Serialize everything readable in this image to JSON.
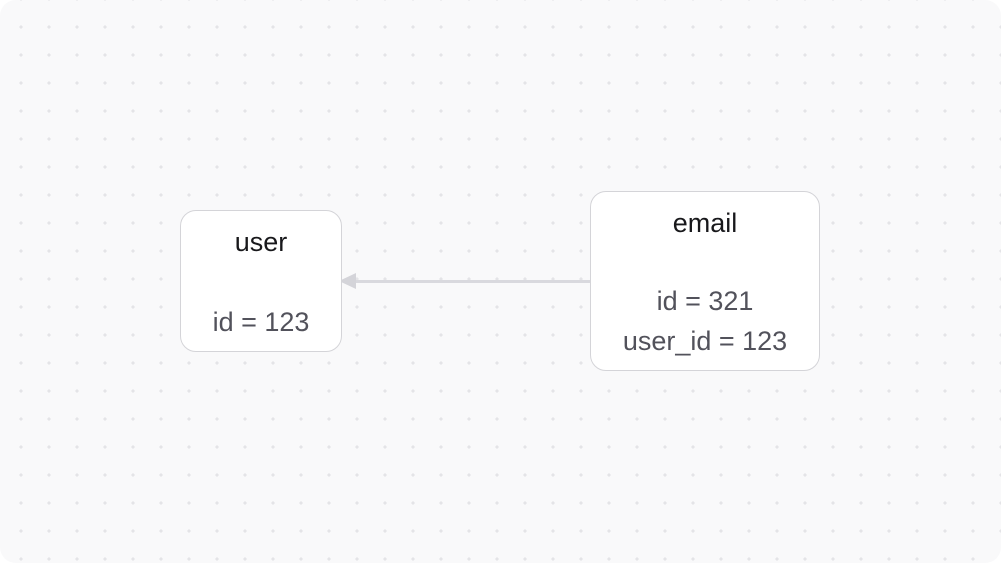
{
  "diagram": {
    "background_color": "#f9f9fa",
    "dot_color": "#e4e4e7",
    "node_border_color": "#d4d4d8",
    "title_text_color": "#18181b",
    "row_text_color": "#52525b",
    "edge_color": "#d9d9de",
    "nodes": [
      {
        "id": "user",
        "title": "user",
        "rows": [
          "id = 123"
        ]
      },
      {
        "id": "email",
        "title": "email",
        "rows": [
          "id = 321",
          "user_id = 123"
        ]
      }
    ],
    "edge": {
      "from": "email",
      "to": "user",
      "arrow_direction": "left"
    }
  }
}
